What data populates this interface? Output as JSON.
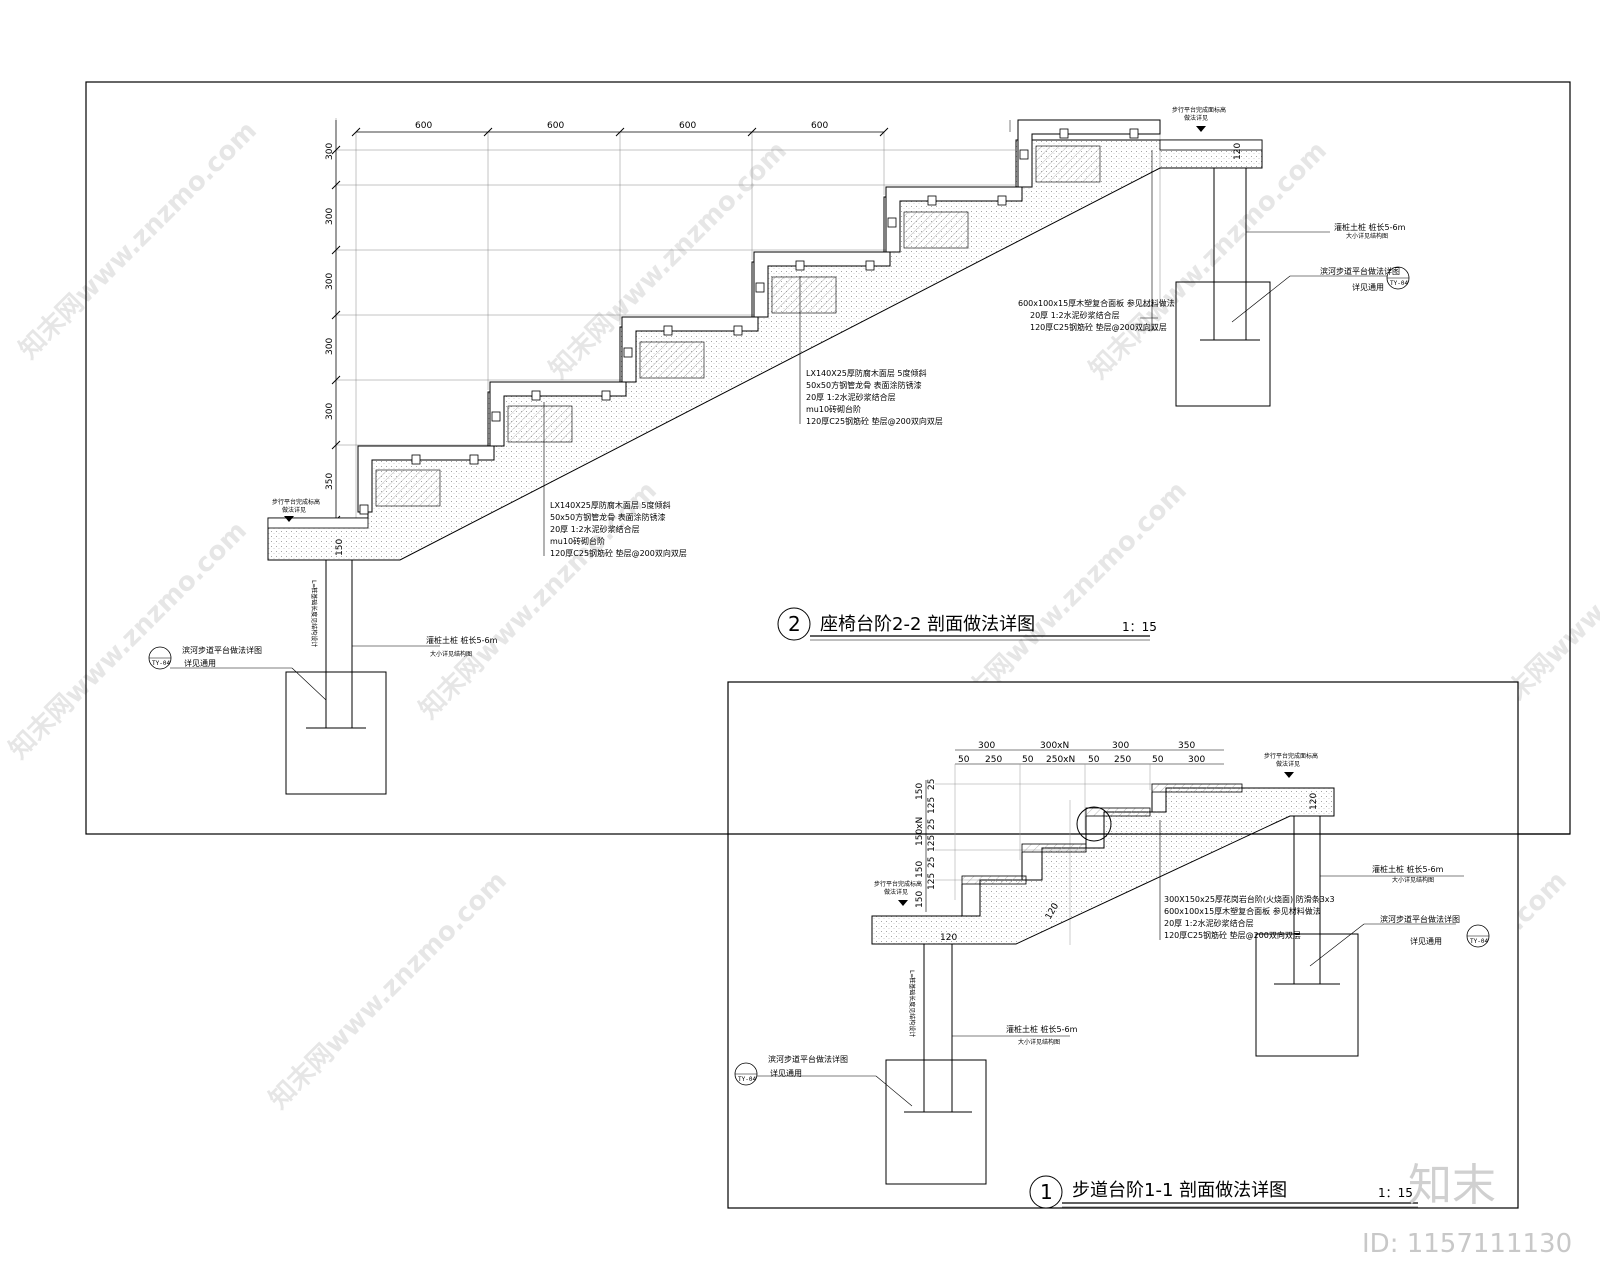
{
  "watermark": {
    "text": "知末网www.znzmo.com"
  },
  "detail2": {
    "number": "2",
    "title": "座椅台阶2-2 剖面做法详图",
    "scale": "1：15",
    "dims_top": [
      "600",
      "600",
      "600",
      "600"
    ],
    "dims_left": [
      "300",
      "300",
      "300",
      "300",
      "300",
      "350"
    ],
    "dim_120": "120",
    "dim_150": "150",
    "top_level_note": "步行平台完成面标高",
    "top_level_sub": "做法详见",
    "bottom_level_note": "步行平台完成标高",
    "bottom_level_sub": "做法详见",
    "pile_note": "L=桩基础长度见结构设计",
    "layers_mid": [
      "LX140X25厚防腐木面层 5度倾斜",
      "50x50方钢管龙骨 表面涂防锈漆",
      "20厚 1:2水泥砂浆结合层",
      "mu10砖砌台阶",
      "120厚C25钢筋砼 垫层@200双向双层"
    ],
    "layers_low": [
      "LX140X25厚防腐木面层 5度倾斜",
      "50x50方钢管龙骨 表面涂防锈漆",
      "20厚 1:2水泥砂浆结合层",
      "mu10砖砌台阶",
      "120厚C25钢筋砼 垫层@200双向双层"
    ],
    "layers_right": [
      "600x100x15厚木塑复合面板 参见材料做法",
      "20厚 1:2水泥砂浆结合层",
      "120厚C25钢筋砼 垫层@200双向双层"
    ],
    "pile_right_note": "灌桩土桩 桩长5-6m",
    "pile_right_sub": "大小详见结构图",
    "pile_left_note": "灌桩土桩 桩长5-6m",
    "pile_left_sub": "大小详见结构图",
    "ref_right_title": "滨河步道平台做法详图",
    "ref_right_sub": "详见通用",
    "ref_right_tag": "TY-04",
    "ref_left_title": "滨河步道平台做法详图",
    "ref_left_sub": "详见通用",
    "ref_left_tag": "TY-04"
  },
  "detail1": {
    "number": "1",
    "title": "步道台阶1-1 剖面做法详图",
    "scale": "1：15",
    "dims_top": [
      "300",
      "300xN",
      "300",
      "350"
    ],
    "dims_sub": [
      "50",
      "250",
      "50",
      "250xN",
      "50",
      "250",
      "50",
      "300"
    ],
    "dims_left": [
      "150",
      "25",
      "125",
      "150xN",
      "25",
      "125",
      "150",
      "25",
      "125",
      "150"
    ],
    "dim_120a": "120",
    "dim_120b": "120",
    "dim_120c": "120",
    "top_level_note": "步行平台完成面标高",
    "top_level_sub": "做法详见",
    "bottom_level_note": "步行平台完成标高",
    "bottom_level_sub": "做法详见",
    "layers": [
      "300X150x25厚花岗岩台阶(火烧面) 防滑条3x3",
      "600x100x15厚木塑复合面板 参见材料做法",
      "20厚 1:2水泥砂浆结合层",
      "120厚C25钢筋砼 垫层@200双向双层"
    ],
    "pile_note": "L=桩基础长度见结构设计",
    "pile_right_note": "灌桩土桩 桩长5-6m",
    "pile_right_sub": "大小详见结构图",
    "pile_left_note": "灌桩土桩 桩长5-6m",
    "pile_left_sub": "大小详见结构图",
    "ref_right_title": "滨河步道平台做法详图",
    "ref_right_sub": "详见通用",
    "ref_right_tag": "TY-04",
    "ref_left_title": "滨河步道平台做法详图",
    "ref_left_sub": "详见通用",
    "ref_left_tag": "TY-04"
  },
  "brand": {
    "logo": "知末",
    "id": "ID: 1157111130"
  }
}
